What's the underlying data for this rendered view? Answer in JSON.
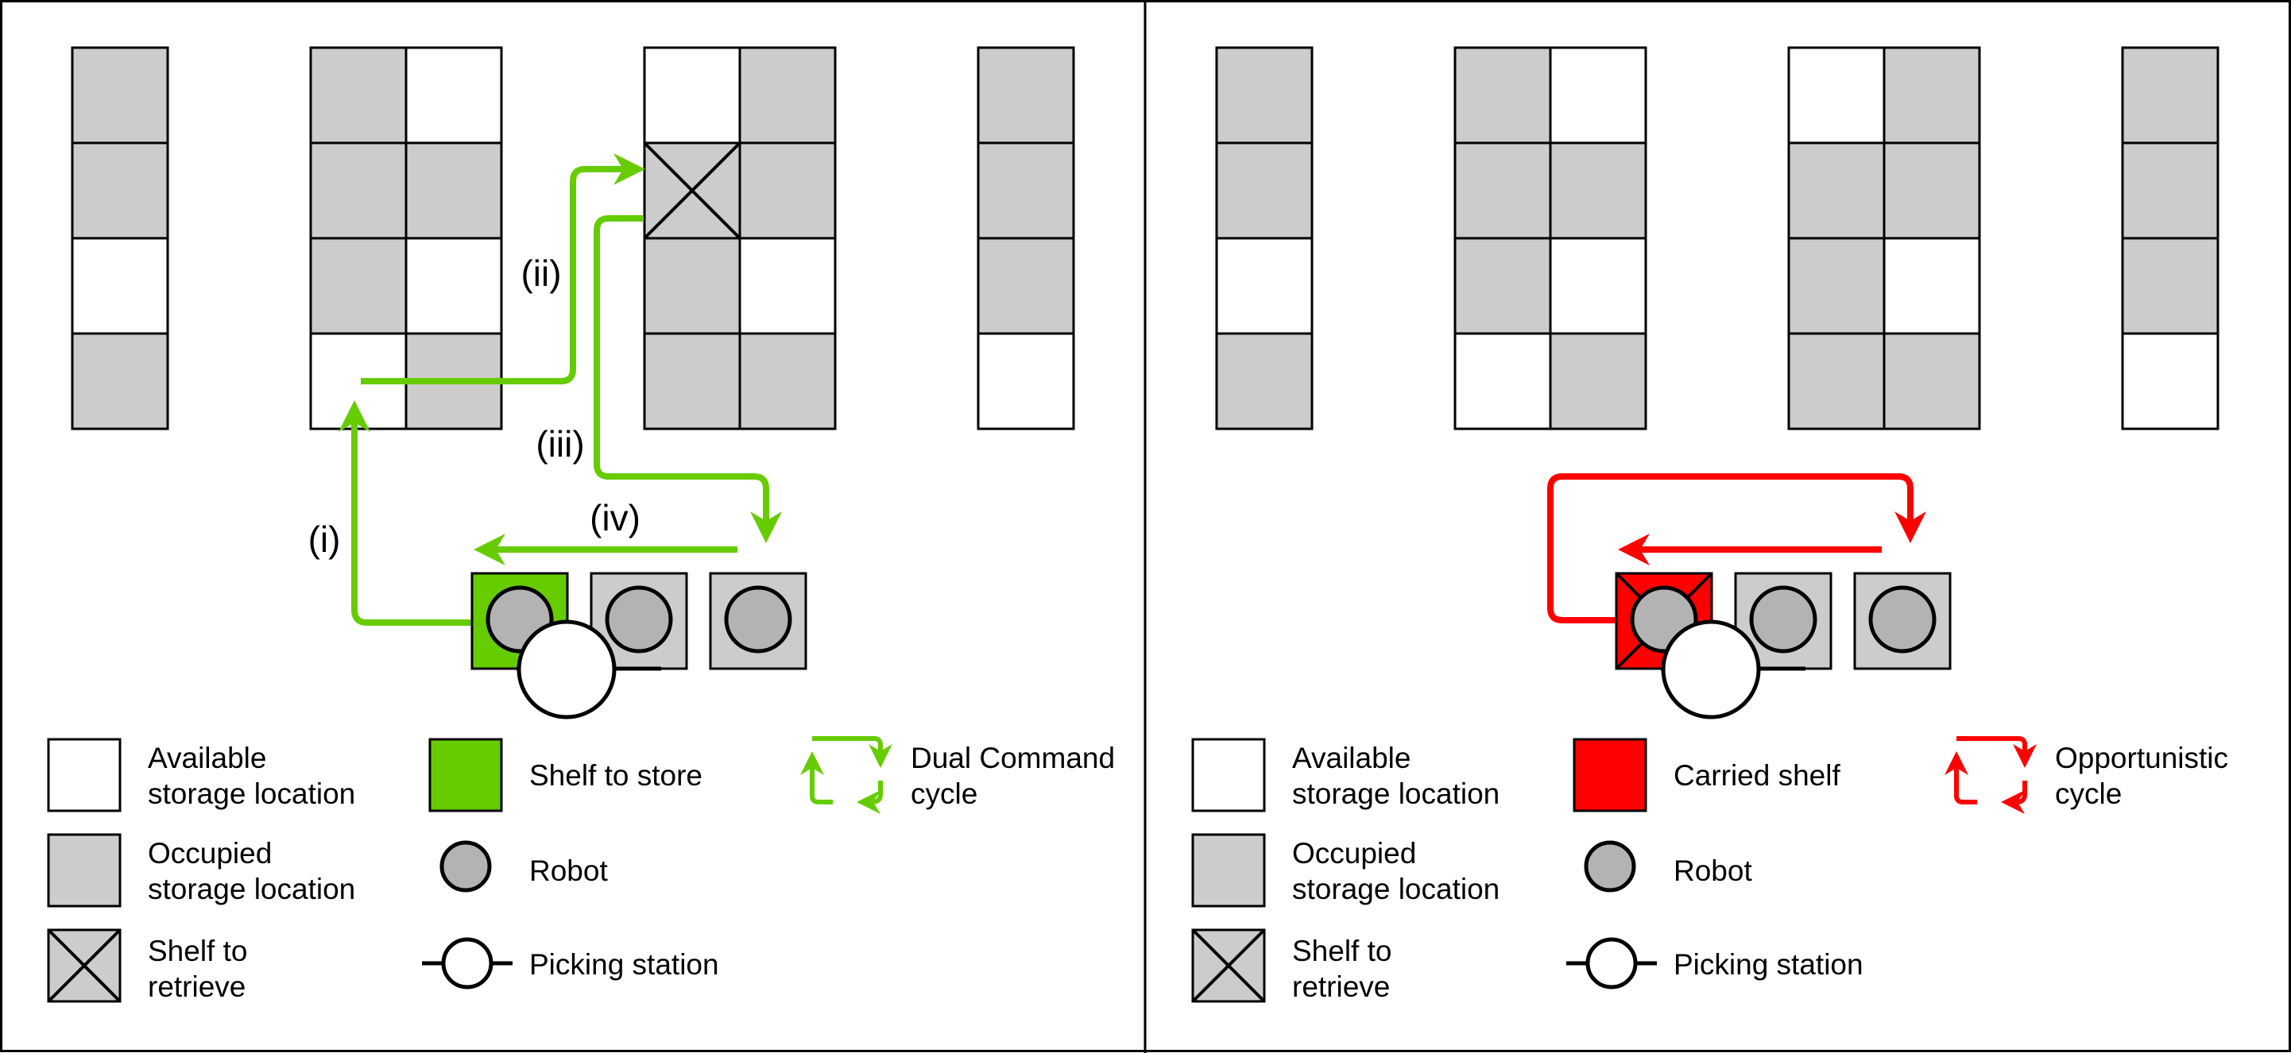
{
  "colors": {
    "empty": "#ffffff",
    "occupied": "#cccccc",
    "robot": "#b3b3b3",
    "store_shelf": "#66cc00",
    "carried_shelf": "#ff0000",
    "dual_path": "#66cc00",
    "opportunistic_path": "#ff0000"
  },
  "left_panel": {
    "steps": [
      "(i)",
      "(ii)",
      "(iii)",
      "(iv)"
    ],
    "legend": {
      "available": [
        "Available",
        "storage location"
      ],
      "occupied": [
        "Occupied",
        "storage location"
      ],
      "retrieve": [
        "Shelf to",
        "retrieve"
      ],
      "shelf": "Shelf to store",
      "robot": "Robot",
      "picking_station": "Picking station",
      "cycle": [
        "Dual Command",
        "cycle"
      ]
    }
  },
  "right_panel": {
    "legend": {
      "available": [
        "Available",
        "storage location"
      ],
      "occupied": [
        "Occupied",
        "storage location"
      ],
      "retrieve": [
        "Shelf to",
        "retrieve"
      ],
      "shelf": "Carried shelf",
      "robot": "Robot",
      "picking_station": "Picking station",
      "cycle": [
        "Opportunistic",
        "cycle"
      ]
    }
  }
}
